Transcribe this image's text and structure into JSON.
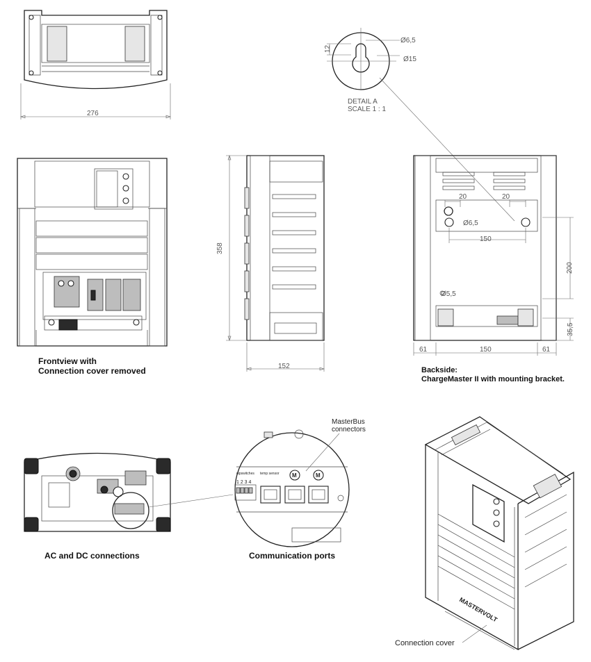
{
  "captions": {
    "frontview_line1": "Frontview with",
    "frontview_line2": "Connection cover removed",
    "backside_line1": "Backside:",
    "backside_line2": "ChargeMaster II with mounting bracket.",
    "ac_dc": "AC and DC connections",
    "comm_ports": "Communication ports",
    "detail_line1": "DETAIL A",
    "detail_line2": "SCALE 1 : 1",
    "masterbus_line1": "MasterBus",
    "masterbus_line2": "connectors",
    "connection_cover": "Connection cover"
  },
  "dimensions": {
    "top_width": "276",
    "side_height": "358",
    "side_width": "152",
    "detail_hole_small": "Ø6,5",
    "detail_hole_large": "Ø15",
    "detail_slot": "12",
    "back_spacing_left": "20",
    "back_spacing_right": "20",
    "back_hole": "Ø6,5",
    "back_holes_span": "150",
    "back_vertical": "200",
    "back_hole_lower": "Ø5,5",
    "back_bottom_left": "61",
    "back_bottom_mid": "150",
    "back_bottom_right": "61",
    "back_bottom_height": "35,5"
  },
  "comm_labels": {
    "dipswitches": "dipswitches",
    "temp_sensor": "temp sensor",
    "dip_numbers": "1 2 3 4",
    "masterbus_m": "M"
  },
  "brand": "MASTERVOLT"
}
